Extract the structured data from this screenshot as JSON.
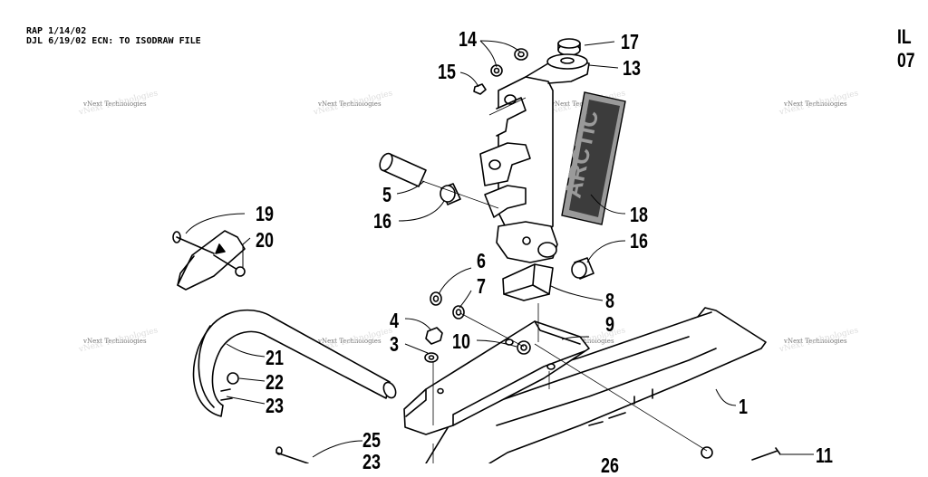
{
  "header": {
    "line1": "RAP 1/14/02",
    "line2": "DJL 6/19/02 ECN: TO ISODRAW FILE",
    "drawing_code": "IL 07"
  },
  "watermark": {
    "text": "vNext Technologies"
  },
  "callouts": {
    "c14": "14",
    "c17": "17",
    "c15": "15",
    "c13": "13",
    "c18": "18",
    "c5": "5",
    "c16a": "16",
    "c16b": "16",
    "c19": "19",
    "c20": "20",
    "c6": "6",
    "c7": "7",
    "c8": "8",
    "c4": "4",
    "c9": "9",
    "c3": "3",
    "c10": "10",
    "c21": "21",
    "c22": "22",
    "c23": "23",
    "c1": "1",
    "c25": "25",
    "c23b": "23",
    "c11": "11",
    "c26": "26"
  },
  "decal_text": "ARCTIC",
  "colors": {
    "ink": "#000000",
    "decal": "#9a9a9a",
    "decal_dark": "#3c3c3c"
  }
}
